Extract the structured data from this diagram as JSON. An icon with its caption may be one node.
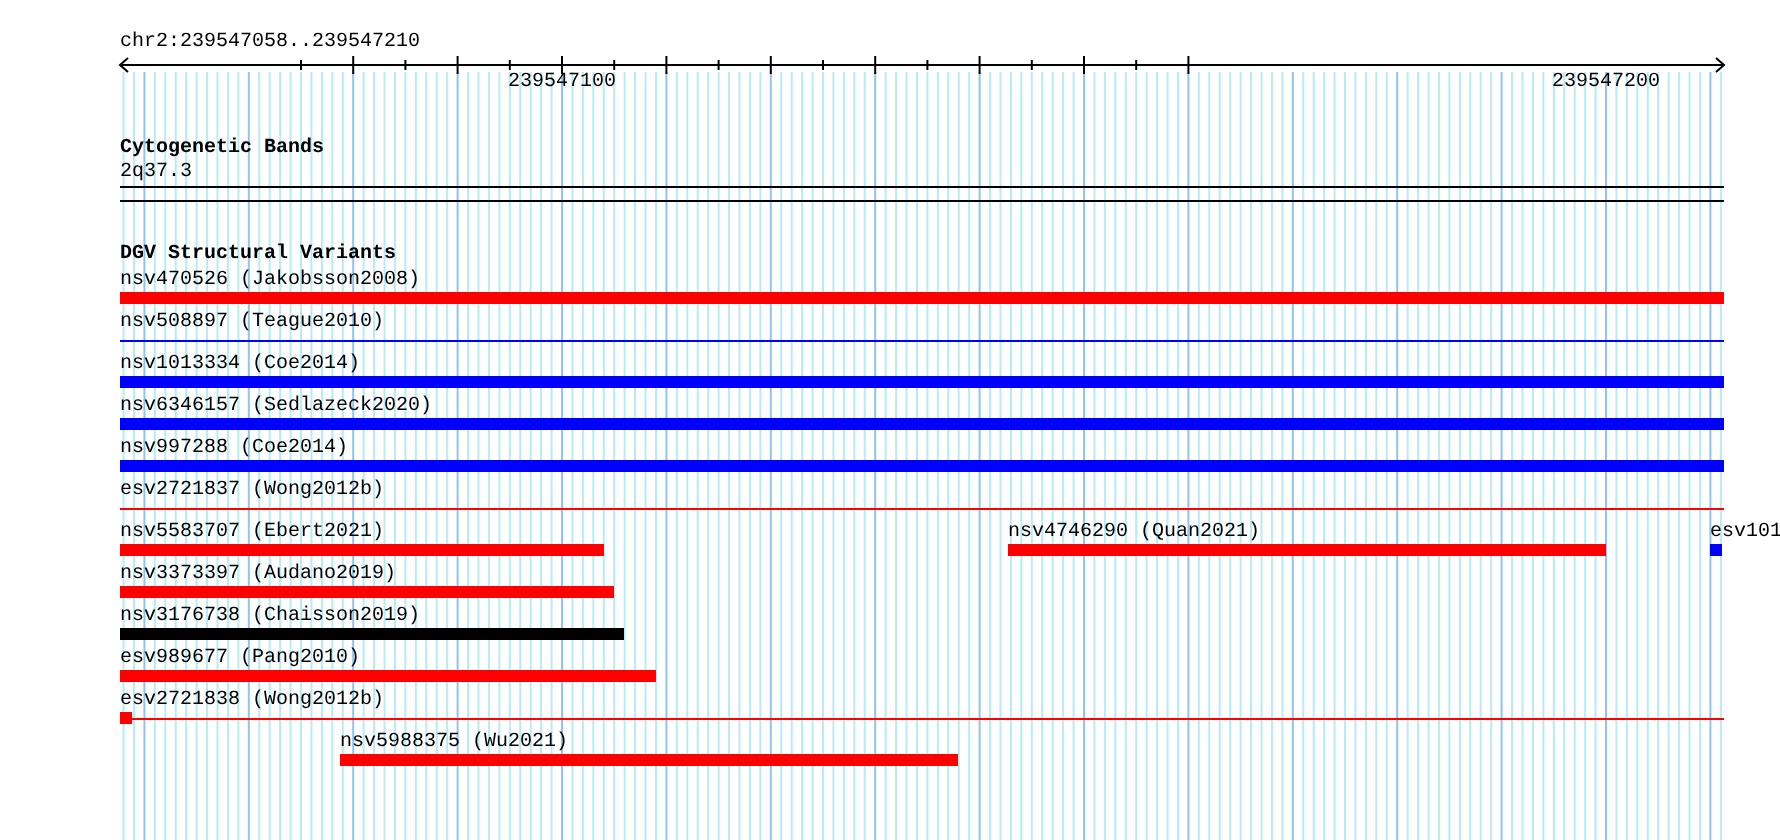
{
  "diagram": {
    "nodes": [
      {
        "text": [
          "nsv470526 (Jakobsson2008)"
        ]
      },
      {
        "text": [
          "nsv508897 (Teague2010)"
        ]
      },
      {
        "text": [
          "nsv1013334 (Coe2014)"
        ]
      },
      {
        "text": [
          "nsv6346157 (Sedlazeck2020)"
        ]
      },
      {
        "text": [
          "nsv997288 (Coe2014)"
        ]
      },
      {
        "text": [
          "esv2721837 (Wong2012b)"
        ]
      },
      {
        "text": [
          "nsv5583707 (Ebert2021)"
        ]
      },
      {
        "text": [
          "nsv4746290 (Quan2021)"
        ]
      },
      {
        "text": [
          "esv101"
        ]
      },
      {
        "text": [
          "nsv3373397 (Audano2019)"
        ]
      },
      {
        "text": [
          "nsv3176738 (Chaisson2019)"
        ]
      },
      {
        "text": [
          "esv989677 (Pang2010)"
        ]
      },
      {
        "text": [
          "esv2721838 (Wong2012b)"
        ]
      },
      {
        "text": [
          "nsv5988375 (Wu2021)"
        ]
      }
    ],
    "labels": [
      "chr2:239547058..239547210",
      "239547100",
      "239547200",
      "Cytogenetic Bands",
      "2q37.3",
      "DGV Structural Variants"
    ]
  }
}
